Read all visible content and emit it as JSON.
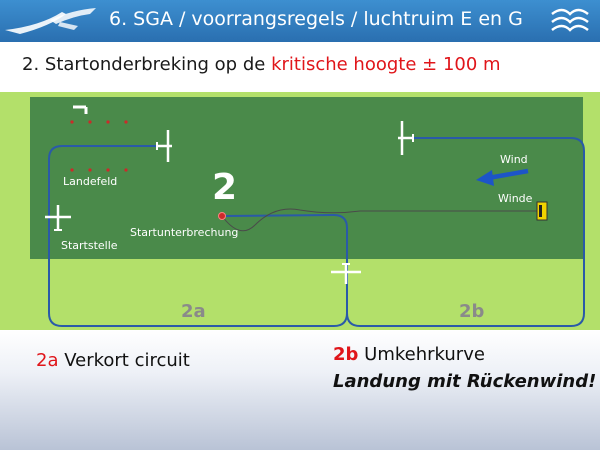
{
  "header": {
    "title": "6. SGA / voorrangsregels / luchtruim E en G",
    "logo_icon": "glider-wing-icon",
    "brand_icon": "waves-icon",
    "color": "#2f7fc1"
  },
  "subtitle": {
    "prefix": "2. Startonderbreking op de ",
    "highlight": "kritische hoogte  ± 100 m",
    "highlight_color": "#e0151a"
  },
  "diagram": {
    "field_color": "#4a8a4a",
    "track_color": "#2a5aa8",
    "labels": {
      "landefeld": "Landefeld",
      "startstelle": "Startstelle",
      "startunterbrechung": "Startunterbrechung",
      "wind": "Wind",
      "winde": "Winde",
      "number": "2",
      "route_a": "2a",
      "route_b": "2b"
    },
    "wind_arrow_icon": "wind-arrow-icon",
    "winch_icon": "winch-icon",
    "glider_icons": [
      "glider-icon",
      "glider-icon",
      "glider-icon",
      "glider-icon"
    ]
  },
  "captions": {
    "a_code": "2a",
    "a_text": " Verkort circuit",
    "b_code": "2b",
    "b_text": " Umkehrkurve",
    "b_note": "Landung mit Rückenwind!"
  }
}
